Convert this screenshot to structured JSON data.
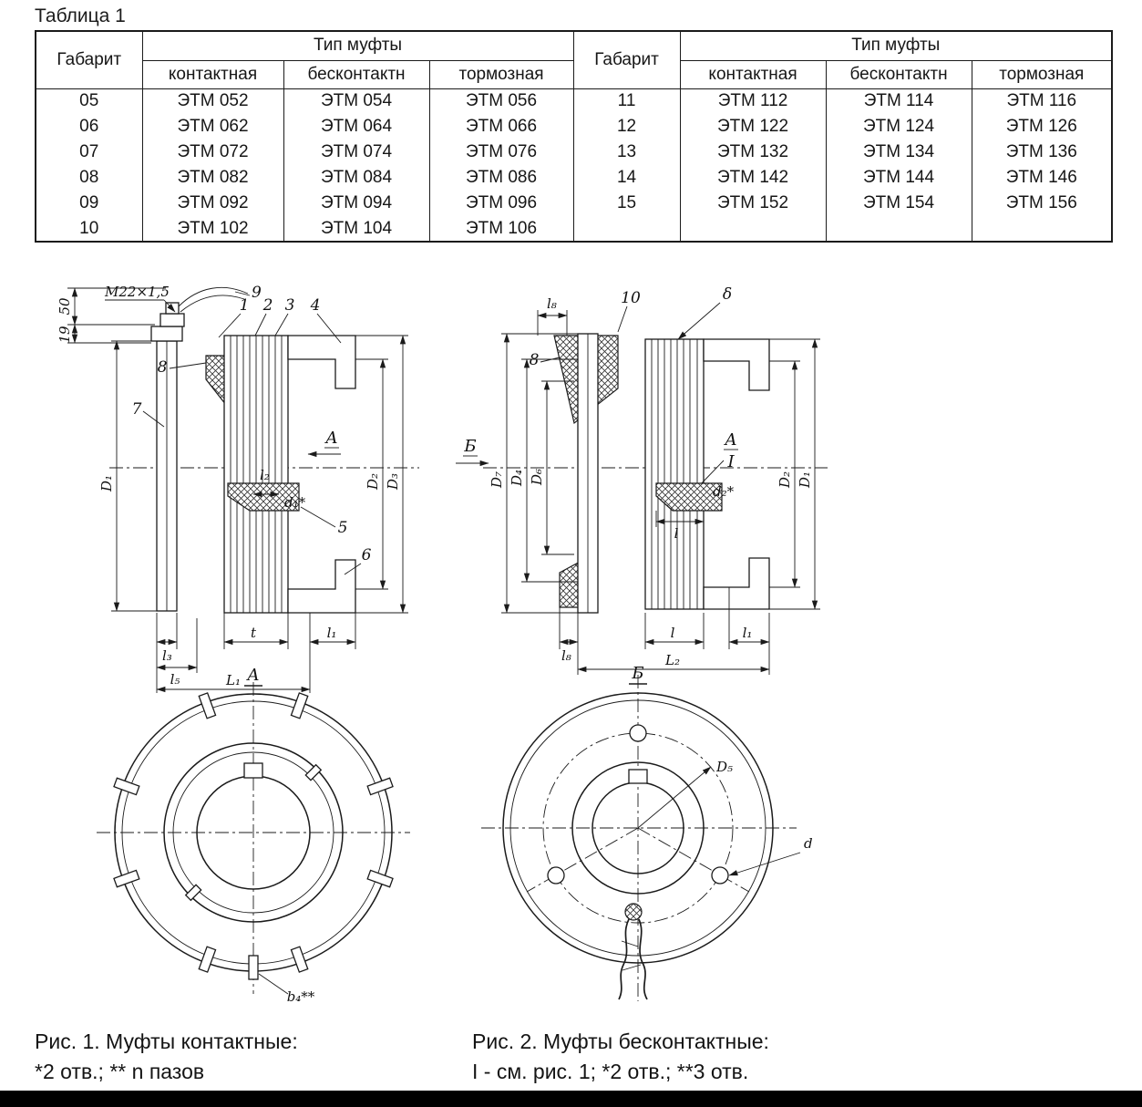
{
  "page": {
    "title": "Таблица 1"
  },
  "table": {
    "gabarit": "Габарит",
    "type_group": "Тип муфты",
    "subcols": [
      "контактная",
      "бесконтактн",
      "тормозная"
    ],
    "left_rows": [
      {
        "g": "05",
        "c": [
          "ЭТМ 052",
          "ЭТМ 054",
          "ЭТМ 056"
        ]
      },
      {
        "g": "06",
        "c": [
          "ЭТМ 062",
          "ЭТМ 064",
          "ЭТМ 066"
        ]
      },
      {
        "g": "07",
        "c": [
          "ЭТМ 072",
          "ЭТМ 074",
          "ЭТМ 076"
        ]
      },
      {
        "g": "08",
        "c": [
          "ЭТМ 082",
          "ЭТМ 084",
          "ЭТМ 086"
        ]
      },
      {
        "g": "09",
        "c": [
          "ЭТМ 092",
          "ЭТМ 094",
          "ЭТМ 096"
        ]
      },
      {
        "g": "10",
        "c": [
          "ЭТМ 102",
          "ЭТМ 104",
          "ЭТМ 106"
        ]
      }
    ],
    "right_rows": [
      {
        "g": "11",
        "c": [
          "ЭТМ 112",
          "ЭТМ 114",
          "ЭТМ 116"
        ]
      },
      {
        "g": "12",
        "c": [
          "ЭТМ 122",
          "ЭТМ 124",
          "ЭТМ 126"
        ]
      },
      {
        "g": "13",
        "c": [
          "ЭТМ 132",
          "ЭТМ 134",
          "ЭТМ 136"
        ]
      },
      {
        "g": "14",
        "c": [
          "ЭТМ 142",
          "ЭТМ 144",
          "ЭТМ 146"
        ]
      },
      {
        "g": "15",
        "c": [
          "ЭТМ 152",
          "ЭТМ 154",
          "ЭТМ 156"
        ]
      },
      {
        "g": "",
        "c": [
          "",
          "",
          ""
        ]
      }
    ]
  },
  "fig1": {
    "labels": {
      "m22": "М22×1,5",
      "dim50": "50",
      "dim19": "19",
      "n1": "1",
      "n2": "2",
      "n3": "3",
      "n4": "4",
      "n5": "5",
      "n6": "6",
      "n7": "7",
      "n8": "8",
      "n9": "9",
      "sec_a": "A",
      "D1": "D₁",
      "D2": "D₂",
      "D3": "D₃",
      "l2": "l₂",
      "d1": "d₁*",
      "l3": "l₃",
      "l5": "l₅",
      "L1": "L₁",
      "t": "t",
      "l1": "l₁"
    },
    "view": {
      "title": "A",
      "b4": "b₄**"
    },
    "caption_line1": "Рис. 1. Муфты контактные:",
    "caption_line2": "*2 отв.; ** n пазов"
  },
  "fig2": {
    "labels": {
      "l8_top": "l₈",
      "n10": "10",
      "delta": "δ",
      "n8": "8",
      "sec_b": "Б",
      "sec_a": "A",
      "sec_i": "I",
      "D7": "D₇",
      "D4": "D₄",
      "D6": "D₆",
      "D2": "D₂",
      "D1": "D₁",
      "d2": "d₂*",
      "l_hub": "l",
      "l8": "l₈",
      "l": "l",
      "L2": "L₂",
      "l1": "l₁"
    },
    "view": {
      "title": "Б",
      "D5": "D₅",
      "d": "d"
    },
    "caption_line1": "Рис. 2. Муфты бесконтактные:",
    "caption_line2": "I - см. рис. 1; *2 отв.; **3 отв."
  }
}
